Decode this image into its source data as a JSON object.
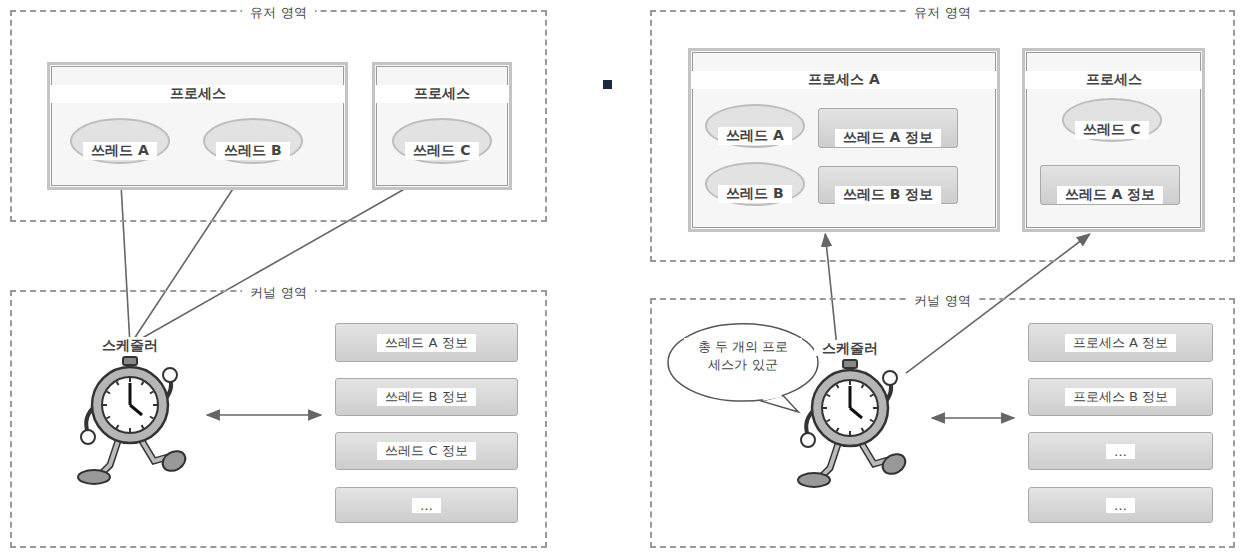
{
  "diagram": {
    "nodes": [
      {
        "text": [
          "유저 영역"
        ]
      },
      {
        "text": [
          "프로세스"
        ],
        "in": 0
      },
      {
        "text": [
          "쓰레드 A"
        ],
        "in": 1
      },
      {
        "text": [
          "쓰레드 B"
        ],
        "in": 1
      },
      {
        "text": [
          "프로세스"
        ],
        "in": 0
      },
      {
        "text": [
          "쓰레드 C"
        ],
        "in": 4
      },
      {
        "text": [
          "커널 영역"
        ]
      },
      {
        "text": [
          "스케줄러"
        ],
        "in": 6
      },
      {
        "text": [
          "쓰레드 A 정보"
        ],
        "in": 6
      },
      {
        "text": [
          "쓰레드 B 정보"
        ],
        "in": 6
      },
      {
        "text": [
          "쓰레드 C 정보"
        ],
        "in": 6
      },
      {
        "text": [
          "…"
        ],
        "in": 6
      },
      {
        "text": [
          "유저 영역"
        ]
      },
      {
        "text": [
          "프로세스 A"
        ],
        "in": 12
      },
      {
        "text": [
          "쓰레드 A"
        ],
        "in": 13
      },
      {
        "text": [
          "쓰레드 A 정보"
        ],
        "in": 13
      },
      {
        "text": [
          "쓰레드 B"
        ],
        "in": 13
      },
      {
        "text": [
          "쓰레드 B 정보"
        ],
        "in": 13
      },
      {
        "text": [
          "프로세스"
        ],
        "in": 12
      },
      {
        "text": [
          "쓰레드 C"
        ],
        "in": 18
      },
      {
        "text": [
          "쓰레드 A 정보"
        ],
        "in": 18
      },
      {
        "text": [
          "커널 영역"
        ]
      },
      {
        "text": [
          "총 두 개의 프로세스가 있군"
        ],
        "in": 21
      },
      {
        "text": [
          "스케줄러"
        ],
        "in": 21
      },
      {
        "text": [
          "프로세스 A 정보"
        ],
        "in": 21
      },
      {
        "text": [
          "프로세스 B 정보"
        ],
        "in": 21
      },
      {
        "text": [
          "…"
        ],
        "in": 21
      },
      {
        "text": [
          "…"
        ],
        "in": 21
      }
    ],
    "edges": [
      {
        "from": 7,
        "to": 2,
        "arrow": "to"
      },
      {
        "from": 7,
        "to": 3,
        "arrow": "to"
      },
      {
        "from": 7,
        "to": 5,
        "arrow": "to"
      },
      {
        "from": 23,
        "to": 13,
        "arrow": "to"
      },
      {
        "from": 23,
        "to": 18,
        "arrow": "to"
      }
    ]
  }
}
